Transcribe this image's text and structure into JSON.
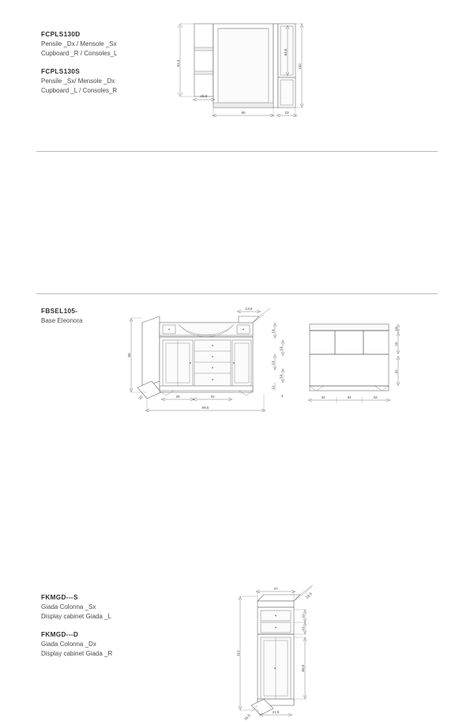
{
  "page": {
    "type": "furniture-technical-drawing-catalog",
    "background_color": "#ffffff",
    "text_color": "#3a3a3a",
    "line_color": "#555555",
    "divider_color": "#b9b9b9"
  },
  "sections": [
    {
      "id": "section-1",
      "products": [
        {
          "code": "FCPLS130D",
          "line_it": "Pensile _Dx / Mensole _Sx",
          "line_en": "Cupboard _R / Consoles_L"
        },
        {
          "code": "FCPLS130S",
          "line_it": "Pensile _Sx/ Mensole _Dx",
          "line_en": "Cupboard _L / Consoles_R"
        }
      ],
      "drawing": {
        "name": "wall-cupboard-with-shelves-elevation",
        "dimensions": {
          "height_left": "81,4",
          "shelf_depth": "25,8",
          "width_main": "80",
          "width_side": "23",
          "height_side_inner": "64,6",
          "height_side_total": "102"
        }
      }
    },
    {
      "id": "section-2",
      "products": [
        {
          "code": "FBSEL105-",
          "line_it": "Base  Eleonora",
          "line_en": ""
        }
      ],
      "drawing": {
        "name": "eleonora-vanity-base-front-and-rear-views",
        "dimensions": {
          "front_height": "80",
          "top_detail": "13,6",
          "side_angle": "33",
          "door_left_width": "29",
          "drawer_width": "31",
          "total_width": "99,5",
          "right_heights": [
            "13",
            "13",
            "13",
            "13",
            "11",
            "4"
          ],
          "rear_height_top": "19",
          "rear_height_mid": "25",
          "rear_height_bottom": "42",
          "rear_widths": [
            "33",
            "34",
            "33"
          ]
        }
      }
    },
    {
      "id": "section-3",
      "products": [
        {
          "code": "FKMGD---S",
          "line_it": "Giada Colonna _Sx",
          "line_en": "Display cabinet Giada _L"
        },
        {
          "code": "FKMGD---D",
          "line_it": "Giada Colonna _Dx",
          "line_en": "Display cabinet Giada _R"
        }
      ],
      "drawing": {
        "name": "giada-display-column-elevation",
        "dimensions": {
          "top_width": "27",
          "top_angle": "16,5",
          "total_height": "112",
          "drawer_1": "11",
          "drawer_2": "11",
          "door_height": "68,5",
          "base_width": "21,5",
          "base_angle": "16,5"
        }
      }
    }
  ]
}
